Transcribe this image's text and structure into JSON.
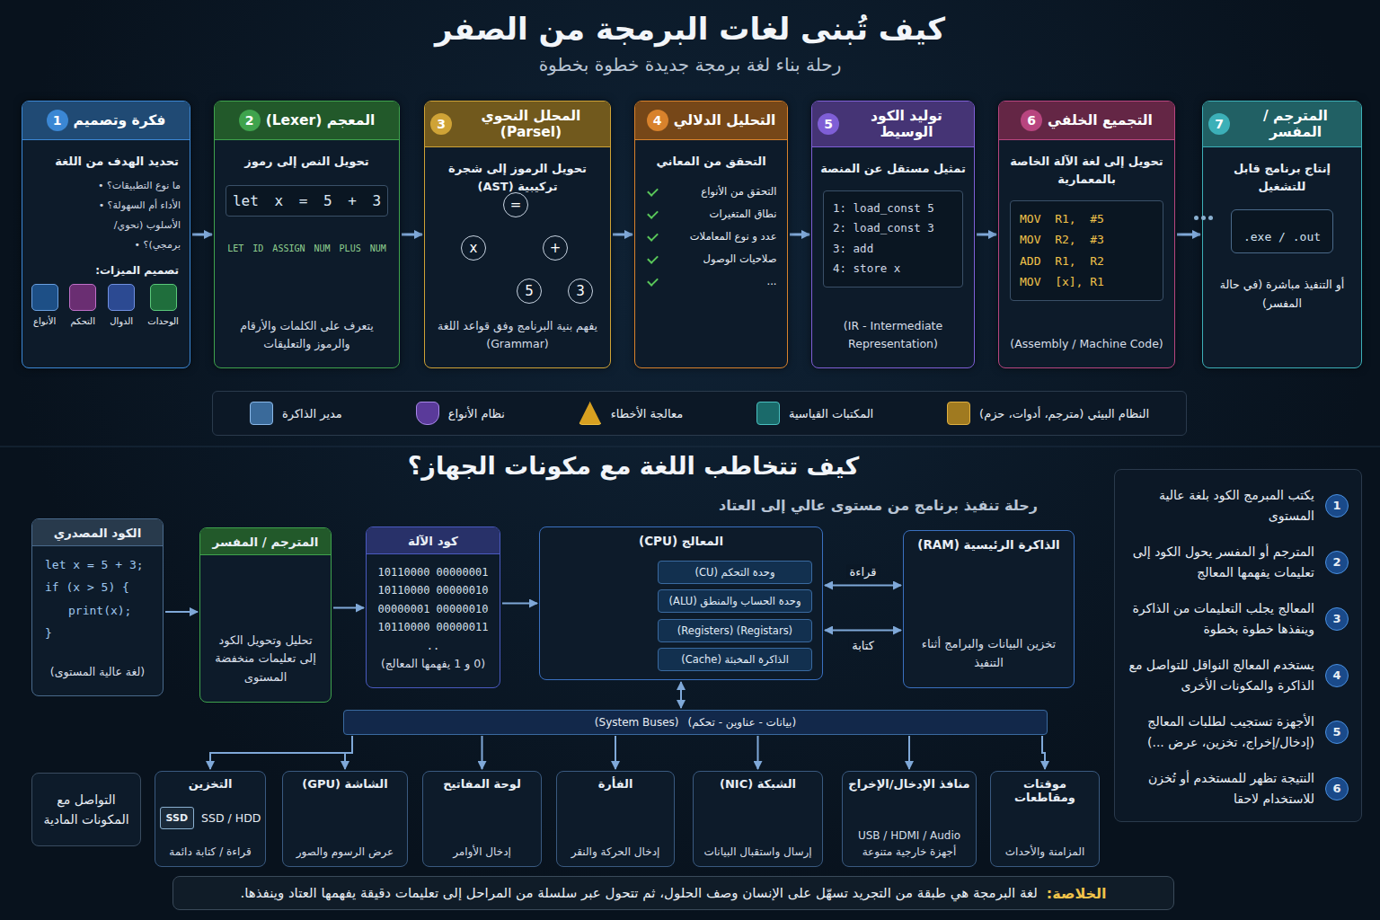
{
  "diagram": {
    "title": "كيف تُبنى لغات البرمجة من الصفر",
    "nodes": [
      {
        "text": [
          "1",
          "فكرة وتصميم",
          "تحديد الهدف من اللغة",
          "ما نوع التطبيقات؟ •",
          "الأداء أم السهولة؟ •",
          "الأسلوب (نحوي/برمجي)؟ •",
          "تصميم الميزات:",
          "الأنواع",
          "التحكم",
          "الدوال",
          "الوحدات"
        ]
      },
      {
        "text": [
          "2",
          "المعجم (Lexer)",
          "تحويل النص إلى رموز",
          "let x = 5 + 3",
          "LET ID ASSIGN NUM PLUS NUM",
          "يتعرف على الكلمات والأرقام والرموز والتعليقات"
        ]
      },
      {
        "text": [
          "3",
          "المحلل النحوي (Parsel)",
          "تحويل الرموز إلى شجرة تركيبية (AST)",
          "يفهم بنية البرنامج وفق قواعد اللغة (Grammar)"
        ]
      },
      {
        "text": [
          "="
        ],
        "in": 2
      },
      {
        "text": [
          "x"
        ],
        "in": 2
      },
      {
        "text": [
          "+"
        ],
        "in": 2
      },
      {
        "text": [
          "5"
        ],
        "in": 2
      },
      {
        "text": [
          "3"
        ],
        "in": 2
      },
      {
        "text": [
          "4",
          "التحليل الدلالي",
          "التحقق من المعاني",
          "التحقق من الأنواع",
          "نطاق المتغيرات",
          "عدد و نوع المعاملات",
          "صلاحيات الوصول",
          "..."
        ]
      },
      {
        "text": [
          "5",
          "توليد الكود الوسيط",
          "تمثيل مستقل عن المنصة",
          "1: load_const 5",
          "2: load_const 3",
          "3: add",
          "4: store x",
          "(IR - Intermediate Representation)"
        ]
      },
      {
        "text": [
          "6",
          "التجميع الخلفي",
          "تحويل إلى لغة الآلة الخاصة بالمعمارية",
          "MOV  R1,  #5",
          "MOV  R2,  #3",
          "ADD  R1,  R2",
          "MOV  [x], R1",
          "(Assembly / Machine Code)"
        ]
      },
      {
        "text": [
          "7",
          "المترجم / المفسر",
          "إنتاج برنامج قابل للتشغيل",
          ".exe / .out",
          "أو التنفيذ مباشرة (في حالة المفسر)"
        ]
      },
      {
        "text": [
          "مدير الذاكرة",
          "نظام الأنواع",
          "معالجة الأخطاء",
          "المكتبات القياسية",
          "النظام البيئي (مترجم، أدوات، حزم)"
        ]
      },
      {
        "text": [
          "الكود المصدري",
          "let x = 5 + 3;",
          "if (x > 5) {",
          "print(x);",
          "}",
          "(لغة عالية المستوى)"
        ]
      },
      {
        "text": [
          "المترجم / المفسر",
          "تحليل وتحويل الكود إلى تعليمات منخفضة المستوى"
        ]
      },
      {
        "text": [
          "كود الآلة",
          "10110000 00000001",
          "10110000 00000010",
          "00000001 00000010",
          "10110000 00000011",
          "..",
          "(0 و 1 يفهمها المعالج)"
        ]
      },
      {
        "text": [
          "المعالج (CPU)"
        ]
      },
      {
        "text": [
          "وحدة التحكم (CU)"
        ],
        "in": 16
      },
      {
        "text": [
          "وحدة الحساب والمنطق (ALU)"
        ],
        "in": 16
      },
      {
        "text": [
          "(Registers) (Registars)"
        ],
        "in": 16
      },
      {
        "text": [
          "الذاكرة المخبئة (Cache)"
        ],
        "in": 16
      },
      {
        "text": [
          "الذاكرة الرئيسية (RAM)",
          "تخزين البيانات والبرامج أثناء التنفيذ"
        ]
      },
      {
        "text": [
          "(System Buses)",
          "(بيانات - عناوين - تحكم)"
        ]
      },
      {
        "text": [
          "التواصل مع المكونات المادية"
        ]
      },
      {
        "text": [
          "التخزين",
          "SSD",
          "SSD / HDD",
          "قراءة / كتابة دائمة"
        ]
      },
      {
        "text": [
          "الشاشة (GPU)",
          "عرض الرسوم والصور"
        ]
      },
      {
        "text": [
          "لوحة المفاتيح",
          "إدخال الأوامر"
        ]
      },
      {
        "text": [
          "الفأرة",
          "إدخال الحركة والنقر"
        ]
      },
      {
        "text": [
          "الشبكة (NIC)",
          "إرسال واستقبال البيانات"
        ]
      },
      {
        "text": [
          "منافذ الإدخال/الإخراج",
          "USB / HDMI / Audio",
          "أجهزة خارجية متنوعة"
        ]
      },
      {
        "text": [
          "موقتات ومقاطعات",
          "المزامنة والأحداث"
        ]
      },
      {
        "text": [
          "1",
          "يكتب المبرمج الكود بلغة عالية المستوى",
          "2",
          "المترجم أو المفسر يحول الكود إلى تعليمات يفهمها المعالج",
          "3",
          "المعالج يجلب التعليمات من الذاكرة وينفذها خطوة بخطوة",
          "4",
          "يستخدم المعالج النواقل للتواصل مع الذاكرة والمكونات الأخرى",
          "5",
          "الأجهزة تستجيب لطلبات المعالج (إدخال/إخراج، تخزين، عرض ...)",
          "6",
          "النتيجة تظهر للمستخدم أو تُخزن للاستخدام لاحقا"
        ]
      },
      {
        "text": [
          "الخلاصة:",
          "لغة البرمجة هي طبقة من التجريد تسهّل على الإنسان وصف الحلول، ثم تتحول عبر سلسلة من المراحل إلى تعليمات دقيقة يفهمها العتاد وينفذها."
        ]
      }
    ],
    "edges": [
      {
        "from": 0,
        "to": 1,
        "arrow": "to"
      },
      {
        "from": 1,
        "to": 2,
        "arrow": "to"
      },
      {
        "from": 2,
        "to": 8,
        "arrow": "to"
      },
      {
        "from": 8,
        "to": 9,
        "arrow": "to"
      },
      {
        "from": 9,
        "to": 10,
        "arrow": "to"
      },
      {
        "from": 10,
        "to": 11,
        "arrow": "to"
      },
      {
        "from": 3,
        "to": 4,
        "arrow": "none"
      },
      {
        "from": 3,
        "to": 5,
        "arrow": "none"
      },
      {
        "from": 5,
        "to": 6,
        "arrow": "none"
      },
      {
        "from": 5,
        "to": 7,
        "arrow": "none"
      },
      {
        "from": 13,
        "to": 14,
        "arrow": "to"
      },
      {
        "from": 14,
        "to": 15,
        "arrow": "to"
      },
      {
        "from": 15,
        "to": 16,
        "arrow": "to"
      },
      {
        "from": 16,
        "to": 21,
        "label": "قراءة",
        "arrow": "both"
      },
      {
        "from": 16,
        "to": 21,
        "label": "كتابة",
        "arrow": "both"
      },
      {
        "from": 16,
        "to": 22,
        "arrow": "both"
      },
      {
        "from": 22,
        "to": 24,
        "arrow": "to"
      },
      {
        "from": 22,
        "to": 25,
        "arrow": "to"
      },
      {
        "from": 22,
        "to": 26,
        "arrow": "to"
      },
      {
        "from": 22,
        "to": 27,
        "arrow": "to"
      },
      {
        "from": 22,
        "to": 28,
        "arrow": "to"
      },
      {
        "from": 22,
        "to": 29,
        "arrow": "to"
      },
      {
        "from": 22,
        "to": 30,
        "arrow": "to"
      }
    ],
    "labels": [
      "رحلة بناء لغة برمجة جديدة خطوة بخطوة",
      "كيف تتخاطب اللغة مع مكونات الجهاز؟",
      "رحلة تنفيذ برنامج من مستوى عالي إلى العتاد"
    ]
  }
}
